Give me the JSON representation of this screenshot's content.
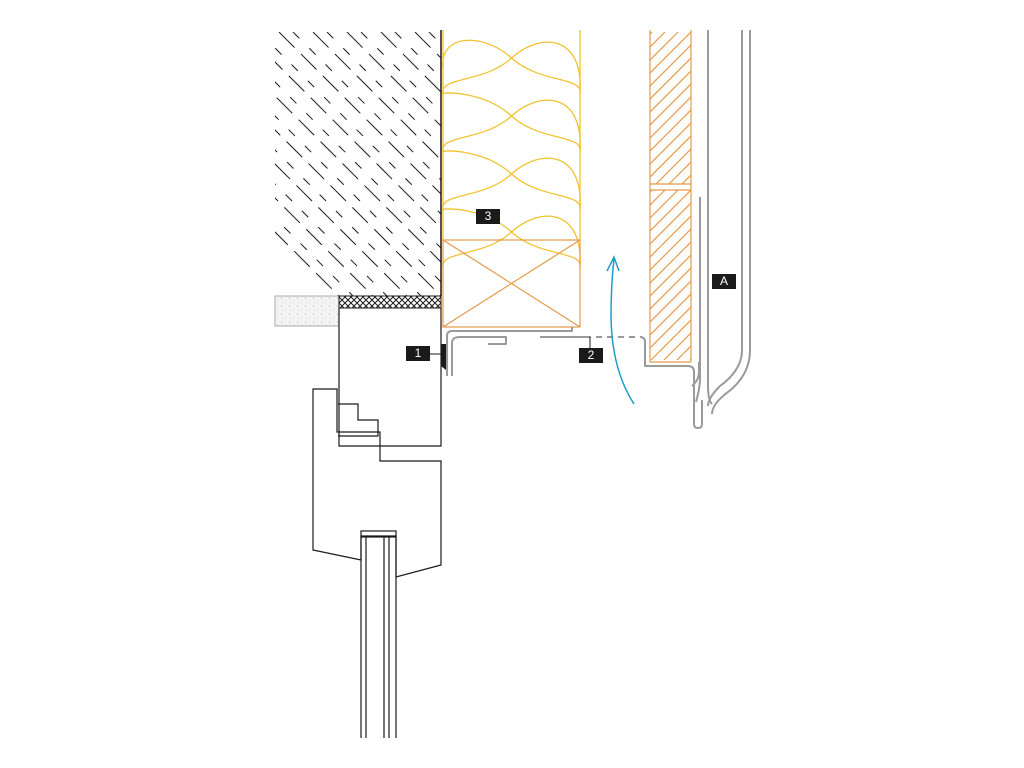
{
  "labels": {
    "one": "1",
    "two": "2",
    "three": "3",
    "a": "A"
  },
  "colors": {
    "line": "#1a1a1a",
    "insulation": "#f2c230",
    "timber": "#e49a4a",
    "flashing": "#9a9a9a",
    "airflow": "#1b9ec9",
    "label_bg": "#1a1a1a"
  }
}
